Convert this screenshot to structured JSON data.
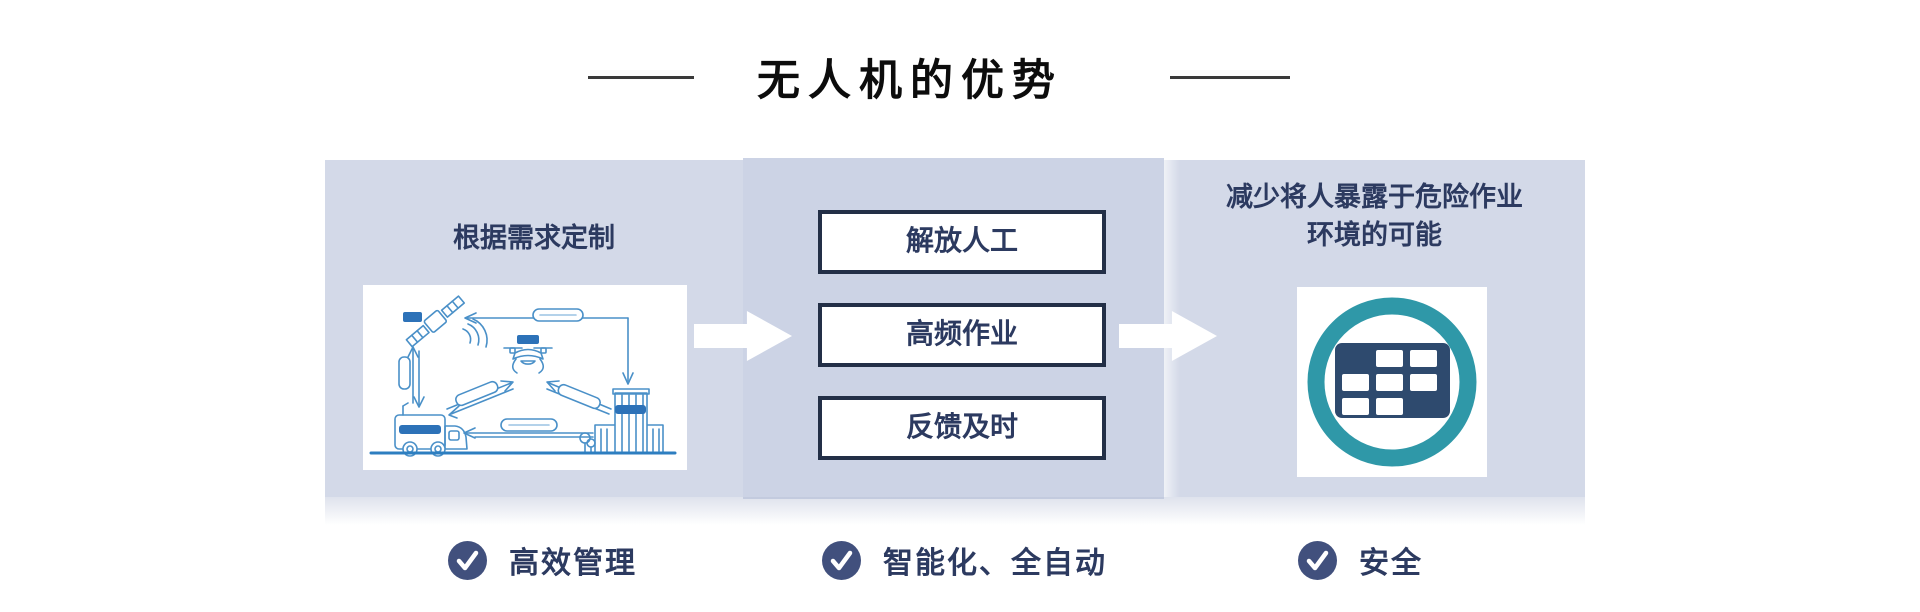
{
  "header": {
    "title": "无人机的优势"
  },
  "panels": {
    "left": {
      "title": "根据需求定制",
      "diagram": {
        "description": "drone-dispatch-scheme-illustration",
        "icons": [
          "satellite-icon",
          "drone-icon",
          "command-truck-icon",
          "command-center-buildings-icon"
        ],
        "line_color": "#4a90c8",
        "badge_color": "#2d72b8"
      }
    },
    "middle": {
      "boxes": [
        "解放人工",
        "高频作业",
        "反馈及时"
      ]
    },
    "right": {
      "title_line1": "减少将人暴露于危险作业",
      "title_line2": "环境的可能",
      "icon": "table-grid-in-ring-icon",
      "ring_color": "#2f98a8",
      "grid_color": "#2e4a6e"
    }
  },
  "footer": {
    "items": [
      {
        "icon": "check-circle-icon",
        "label": "高效管理"
      },
      {
        "icon": "check-circle-icon",
        "label": "智能化、全自动"
      },
      {
        "icon": "check-circle-icon",
        "label": "安全"
      }
    ],
    "check_circle_color": "#41507d"
  },
  "colors": {
    "page_background": "#ffffff",
    "panel_side": "#d3d9e8",
    "panel_middle": "#ccd3e5",
    "navy_text": "#2c3a60",
    "box_border": "#232f47",
    "title_text": "#0c0c0c"
  }
}
